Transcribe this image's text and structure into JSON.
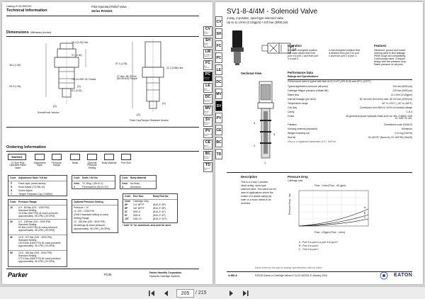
{
  "left_page": {
    "catalog": "Catalog HY15-3502/US",
    "header_left": "Technical Information",
    "header_right_1": "Pilot Operated Relief Valve",
    "header_right_2": "Series RAH101",
    "dims_title": "Dimensions",
    "dims_units": "Millimeters (Inches)",
    "dim_labels": [
      "25.4 (1.00) Hex.",
      "38.1 (1.50)",
      "9.1 (0.36)",
      "7/8-14 UNF-2A Thread",
      "8.1 (0.32)",
      "26.9 (1.06)"
    ],
    "view_a": "Screw/Knob Version",
    "view_b": "Fixed Cap/Tamper Resistant Version",
    "view_b_labels": [
      "57.1 (2.25)",
      "27 Hex. 68-75 Nm (50-55 lb-ft) Torque",
      "22.2 (0.88) Hex."
    ],
    "ordering_title": "Ordering Information",
    "code": "RAH101",
    "code_labels": [
      "10 Size Pilot Operated Relief Valve",
      "Adjustment Style",
      "Pressure Range",
      "Seals",
      "Optional Pressure Setting",
      "Body Material",
      "Port Size"
    ],
    "adjust_table": {
      "headers": [
        "Code",
        "Adjustment Style / Kit No."
      ],
      "rows": [
        [
          "F",
          "Fixed style, preset factory"
        ],
        [
          "K",
          "Knob Adjust (711766-10)"
        ],
        [
          "S",
          "Screw Adjust"
        ],
        [
          "T",
          "Tamper Resistant Cap (718850)"
        ]
      ]
    },
    "seals_table": {
      "headers": [
        "Code",
        "Seals / Kit No."
      ],
      "rows": [
        [
          "Omit",
          "\"D\"-Ring / (SK10-2)"
        ],
        [
          "V",
          "Fluorocarbon (SK10-2V)"
        ]
      ]
    },
    "body_table": {
      "headers": [
        "Code",
        "Body Material"
      ],
      "rows": [
        [
          "Omit",
          "No Body"
        ],
        [
          "A",
          "Aluminum"
        ]
      ]
    },
    "pressure_table": {
      "headers": [
        "Code",
        "Pressure Range"
      ],
      "rows": [
        [
          "10",
          "6.9 - 69 Bar (100 - 1000 PSI)",
          "Standard Setting:",
          "34.5 Bar (500 PSI) @ crack pressure;",
          "approximately .95 LPM (.25 GPM)"
        ],
        [
          "20",
          "6.9 - 138 Bar (100 - 2000 PSI)",
          "Standard Setting:",
          "69 Bar (1000 PSI) @ crack pressure;",
          "approximately .95 LPM (.25 GPM)"
        ],
        [
          "30",
          "13.8 - 207 Bar (200 - 3000 PSI)",
          "Standard Setting:",
          "103.5 Bar (1500 PSI) @ crack pressure;",
          "approximately .95 LPM (.25 GPM)"
        ],
        [
          "50",
          "13.8 - 345 Bar (200 - 5000 PSI)",
          "Standard Setting:",
          "172.4 Bar (2500 PSI) @ crack pressure;",
          "approximately .95 LPM (.25 GPM)"
        ]
      ]
    },
    "optional_table": {
      "title": "Optional Pressure Setting",
      "lines": [
        "Pressure = 10",
        "i.e. 200 = 2000 PSI",
        "(Omit if standard setting is used)",
        "Setting Range:",
        "10 - 345 Bar (150 - 5000 PSI)",
        "All settings @ crack pressure;",
        "approximately .95 LPM (.25 GPM)"
      ]
    },
    "port_table": {
      "headers": [
        "Code",
        "Port Size",
        "Body Part No."
      ],
      "rows": [
        [
          "Omit",
          "Cartridge Only",
          ""
        ],
        [
          "6P",
          "1/4\" NPTF",
          "(B10-2*-6P)"
        ],
        [
          "8P",
          "3/8\" NPTF",
          "(B10-2*-8P)"
        ],
        [
          "6T",
          "SAE-6",
          "(B10-2*-6T)"
        ],
        [
          "8T",
          "SAE-8",
          "(B10-2*-8T)"
        ],
        [
          "10T",
          "SAE-10",
          "(B10-2*-10T)"
        ]
      ],
      "note": "* Add \"A\" for aluminum, and omit for steel."
    },
    "footer_page": "PC36",
    "footer_company": "Parker Hannifin Corporation",
    "footer_division": "Hydraulic Cartridge Systems",
    "logo": "Parker",
    "tabs": [
      {
        "code": "CV",
        "sub": "Check Valves"
      },
      {
        "code": "SH",
        "sub": "Shuttle Valves"
      },
      {
        "code": "LM",
        "sub": "Load/Motor Controls"
      },
      {
        "code": "FC",
        "sub": "Flow Controls"
      },
      {
        "code": "PC",
        "sub": "Pressure Controls"
      },
      {
        "code": "LE",
        "sub": "Logic Elements"
      },
      {
        "code": "DC",
        "sub": "Directional Controls"
      },
      {
        "code": "MV",
        "sub": "Manual Valves"
      },
      {
        "code": "SV",
        "sub": "Solenoid Valves"
      },
      {
        "code": "PV",
        "sub": "Proportional Valves"
      },
      {
        "code": "CE",
        "sub": "Coils & Electronics"
      },
      {
        "code": "BC",
        "sub": "Bodies & Cavities"
      },
      {
        "code": "TD",
        "sub": "Technical Data"
      }
    ]
  },
  "right_page": {
    "title": "SV1-8-4/4M - Solenoid Valve",
    "subtitle_1": "4-way, 2-position, spool type solenoid valve",
    "subtitle_2": "Up to 11 L/min (3 USgpm) • 210 bar (3000 psi)",
    "section_operation": "Operation",
    "operation_text_1": [
      "In the de-energized position",
      "this valve allows flow from",
      "port 4 to port 1 and from port",
      "3 to port 2."
    ],
    "operation_text_2": [
      "In the energized position flow",
      "is allowed from port 3 to port",
      "4 and from port 2 to port 1."
    ],
    "section_features": "Features",
    "features_text": [
      "Hardened, ground and honed",
      "working parts to limit leakage.",
      "IP69K tough coil compatibility.",
      "Continuously rated. Compact",
      "design with low pressure drop.",
      "Rated pressure on all ports."
    ],
    "section_view": "Sectional View",
    "perf_title": "Performance Data",
    "perf_subtitle": "Ratings and Specifications",
    "perf_note": "Performance data is typical with fluid at 21.8 cST (105 SUS) and 49°C (120°F)",
    "perf_rows": [
      [
        "Typical application pressure (all ports)",
        "210 bar (3000 psi)"
      ],
      [
        "Cartridge fatigue pressure (infinite life)",
        "210 bar (3000 psi)"
      ],
      [
        "Rated flow",
        "11 L/min (3 USgpm)"
      ],
      [
        "Internal leakage (per land)",
        "82 cm³/min (5 in³/min) max. @ 210 bar (3000 psi)"
      ],
      [
        "Temperature range",
        "-40° to 120°C (-40° to 248°F)"
      ],
      [
        "Coil duty",
        "Continuous from 85% to 110% of nominal voltage"
      ],
      [
        "Cavity",
        "C-8-4"
      ],
      [
        "Fluids",
        "All general purpose hydraulic fluids such as: MIL-H-5606, SAE 10, SAE 20, etc."
      ],
      [
        "Filtration",
        "Cleanliness code 18/16/13"
      ],
      [
        "Housing material (standard)",
        "Aluminum"
      ],
      [
        "Weight including coil",
        "0.31 kg (0.69 lb)"
      ],
      [
        "Seal kit",
        "02-160757 (Buna-N), 02-160756 (Viton®)"
      ]
    ],
    "viton_note": "Viton is a registered trademark of E.I. DuPont",
    "section_description": "Description",
    "description_text": [
      "This is a 4-way 2-position,",
      "direct acting, spool type",
      "solenoid valve. This valve can be",
      "used in applications where the",
      "motion of a double acting cyl-",
      "inder or a motor needs to be",
      "reversed."
    ],
    "section_drop": "Pressure Drop",
    "drop_sub": "Cartridge only",
    "chart": {
      "x_label_top": "Flow - L/min (Flow - US gpm)",
      "x_label_bottom": "Flow - USgpm (Flow - L/min)",
      "y_label": "Pressure Drop - bar",
      "legend": [
        "A - Port 3 to port 4 or port 3 to port 2",
        "B - Port 4 to port 1",
        "C - Port 2 to port 1"
      ]
    },
    "footer_code": "A-660-A",
    "footer_text": "EATON Screw-In Cartridge Valves E-VLCE-MC001-E-January 2016",
    "footer_note": "Eaton reserves the right to change specifications without notice.",
    "logo": "EATON",
    "tabs": [
      "CV",
      "SH",
      "FC",
      "PC",
      "LE",
      "DC",
      "MV",
      "SV",
      "PV",
      "CE",
      "BC",
      "TD"
    ]
  },
  "toolbar": {
    "page_current": "205",
    "page_total": "/ 215"
  }
}
